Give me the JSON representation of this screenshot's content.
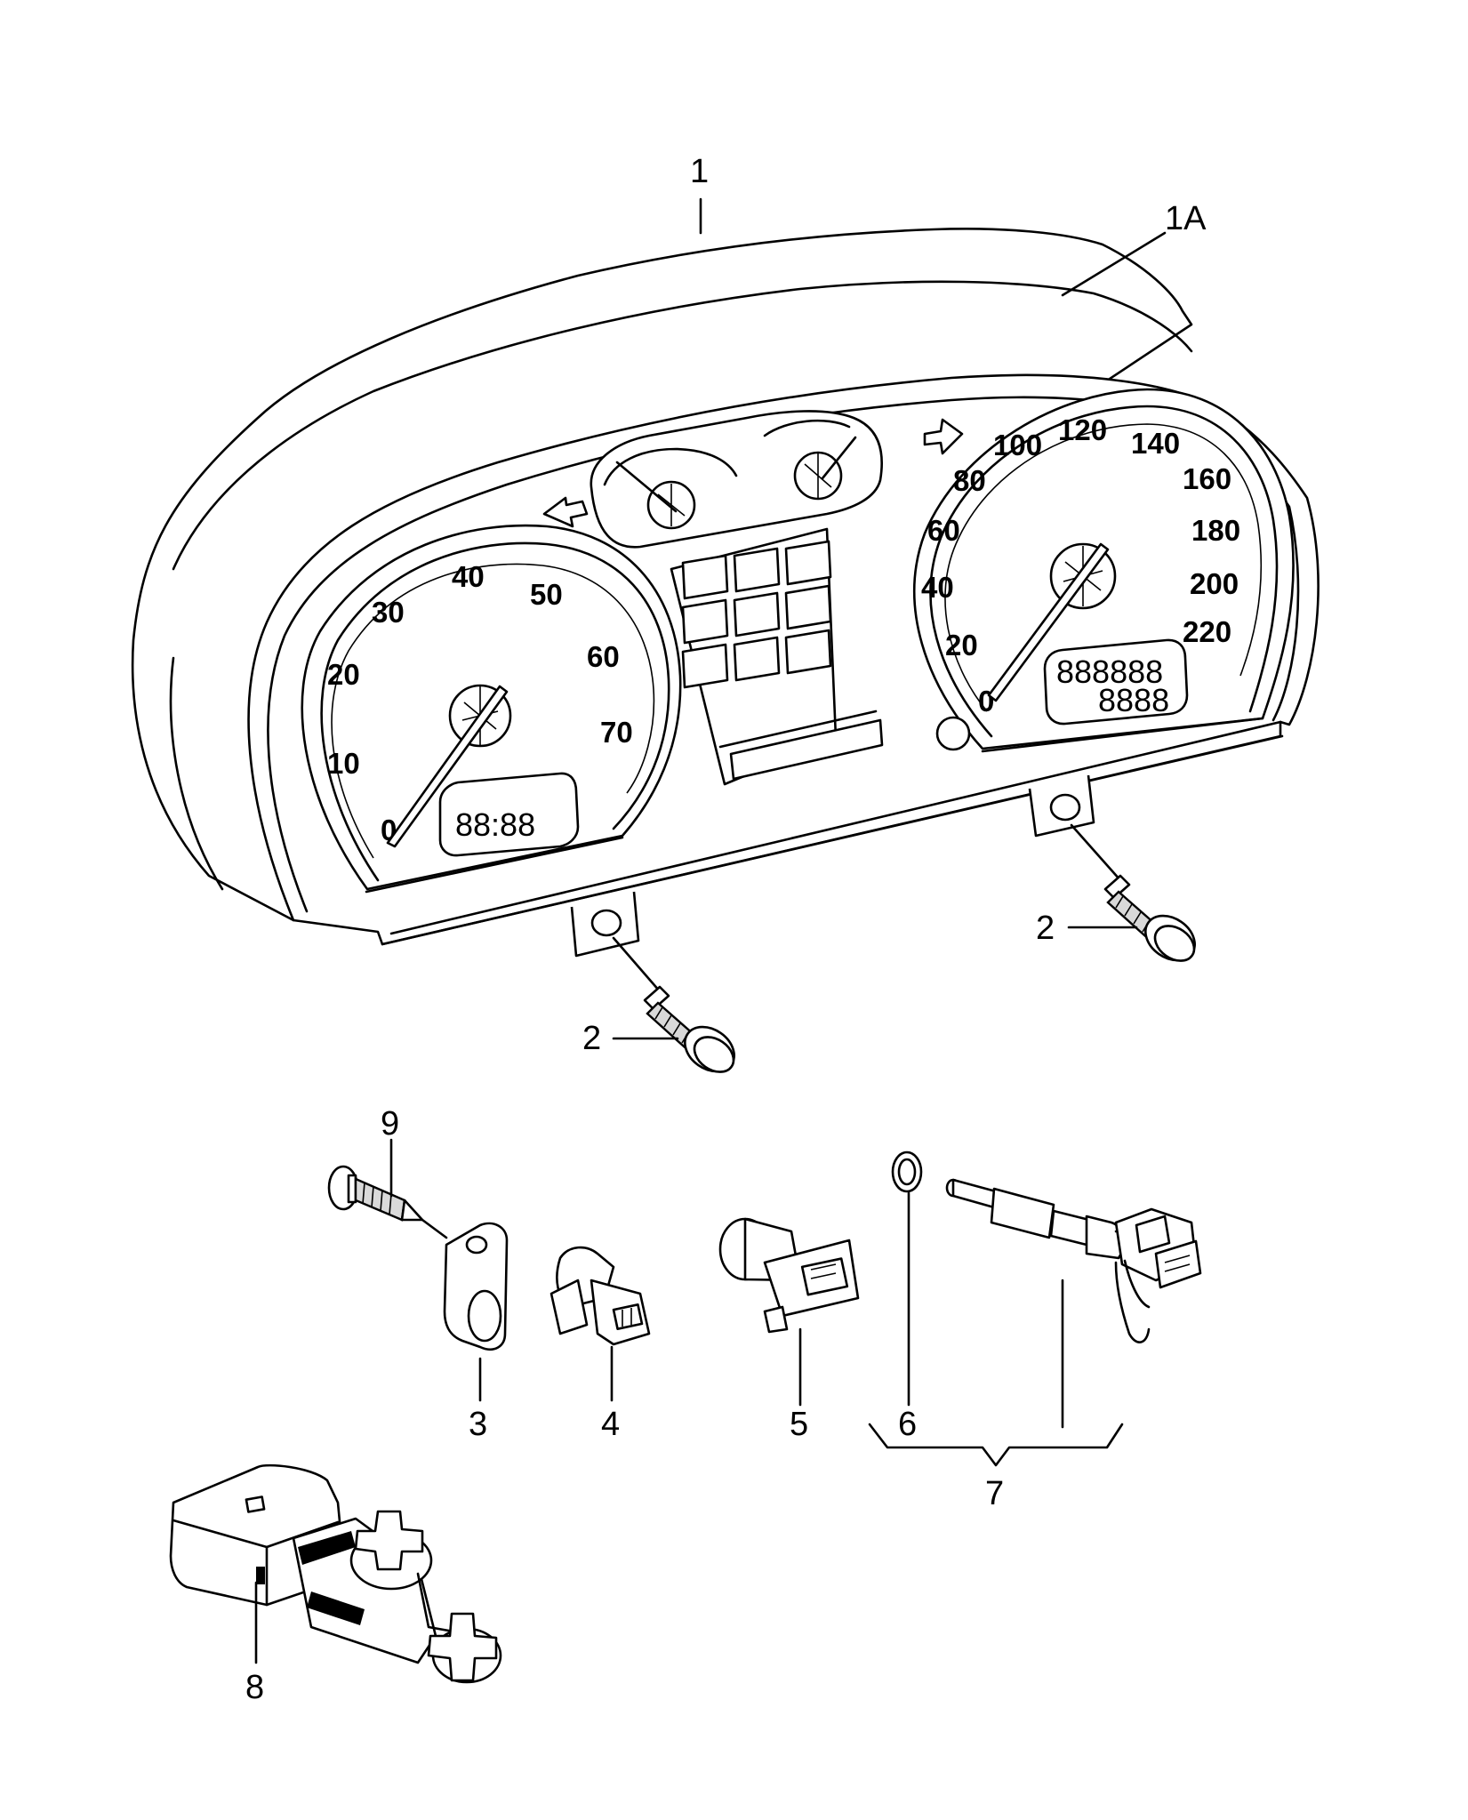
{
  "callouts": {
    "c1": "1",
    "c1a": "1A",
    "c2_left": "2",
    "c2_right": "2",
    "c3": "3",
    "c4": "4",
    "c5": "5",
    "c6": "6",
    "c7": "7",
    "c8": "8",
    "c9": "9"
  },
  "tachometer": {
    "scale": [
      "0",
      "10",
      "20",
      "30",
      "40",
      "50",
      "60",
      "70"
    ],
    "display": "88:88"
  },
  "speedometer": {
    "scale": [
      "0",
      "20",
      "40",
      "60",
      "80",
      "100",
      "120",
      "140",
      "160",
      "180",
      "200",
      "220"
    ],
    "display_top": "888888",
    "display_bottom": "8888"
  },
  "icons": {
    "left_turn": "arrow-left-icon",
    "right_turn": "arrow-right-icon"
  }
}
